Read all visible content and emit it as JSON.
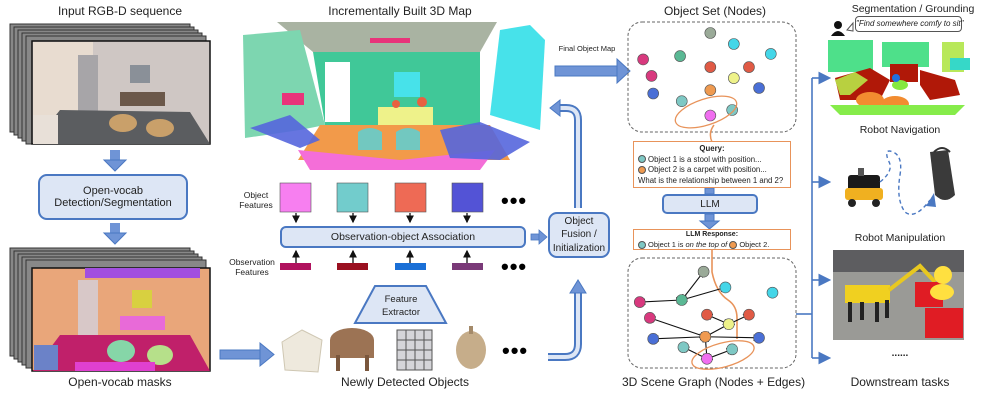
{
  "titles": {
    "input": "Input RGB-D sequence",
    "map": "Incrementally Built 3D Map",
    "object_set": "Object Set (Nodes)",
    "segmentation": "Segmentation / Grounding",
    "masks": "Open-vocab masks",
    "new_objects": "Newly Detected Objects",
    "scene_graph": "3D Scene Graph (Nodes + Edges)",
    "downstream": "Downstream tasks",
    "navigation": "Robot Navigation",
    "manipulation": "Robot Manipulation"
  },
  "boxes": {
    "detection": "Open-vocab Detection/Segmentation",
    "association": "Observation-object Association",
    "fusion": "Object Fusion / Initialization",
    "feature_extractor": "Feature Extractor",
    "llm": "LLM"
  },
  "labels": {
    "object_features": "Object Features",
    "observation_features": "Observation Features",
    "final_object_map": "Final Object Map",
    "ellipsis": "•••",
    "downstream_ellipsis": "......"
  },
  "query": {
    "title": "Query",
    "line1": "Object 1 is a stool with position...",
    "line2": "Object 2 is a carpet with position...",
    "line3": "What is the relationship between 1 and 2?"
  },
  "response": {
    "title": "LLM Response",
    "prefix": "Object 1 is ",
    "relation": "on the top of",
    "suffix": "Object 2."
  },
  "user_query": "\"Find somewhere comfy to sit\"",
  "colors": {
    "accent_blue": "#4a78c2",
    "box_fill": "#dde6f5",
    "orange": "#e8935a",
    "object_features": [
      "#f77ff0",
      "#72cccc",
      "#ee6a55",
      "#5353d6"
    ],
    "observation_features": [
      "#b0125e",
      "#9a1020",
      "#1a6fd6",
      "#7a3a78"
    ]
  },
  "nodes": [
    {
      "color": "#9aaa98"
    },
    {
      "color": "#44d6e8"
    },
    {
      "color": "#d8397e"
    },
    {
      "color": "#5ab894"
    },
    {
      "color": "#44d6e8"
    },
    {
      "color": "#d8397e"
    },
    {
      "color": "#e05a45"
    },
    {
      "color": "#e05a45"
    },
    {
      "color": "#eef28a"
    },
    {
      "color": "#4a6fd6"
    },
    {
      "color": "#ef9a50"
    },
    {
      "color": "#4a6fd6"
    },
    {
      "color": "#7ec8c4"
    },
    {
      "color": "#7ec8c4"
    },
    {
      "color": "#f06ef0"
    }
  ]
}
